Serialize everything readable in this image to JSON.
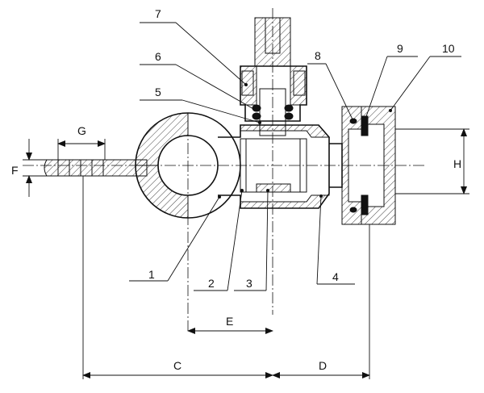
{
  "part_numbers": [
    "1",
    "2",
    "3",
    "4",
    "5",
    "6",
    "7",
    "8",
    "9",
    "10"
  ],
  "dimensions": {
    "C": "C",
    "D": "D",
    "E": "E",
    "F": "F",
    "G": "G",
    "H": "H"
  }
}
